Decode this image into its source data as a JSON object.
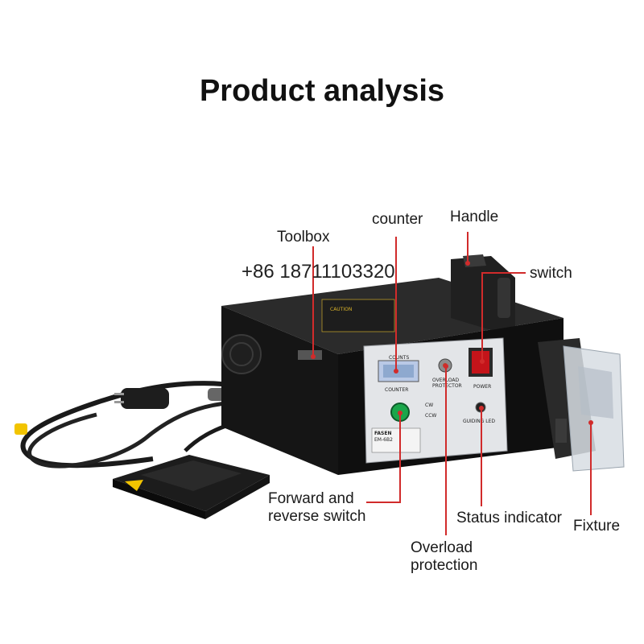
{
  "title": "Product analysis",
  "phone": "+86 18711103320",
  "labels": {
    "toolbox": "Toolbox",
    "counter": "counter",
    "handle": "Handle",
    "switch": "switch",
    "forward_reverse_1": "Forward and",
    "forward_reverse_2": "reverse switch",
    "status_indicator": "Status indicator",
    "fixture": "Fixture",
    "overload_1": "Overload",
    "overload_2": "protection"
  },
  "device_text": {
    "caution": "CAUTION",
    "counts": "COUNTS",
    "counter": "COUNTER",
    "overload_protector_1": "OVERLOAD",
    "overload_protector_2": "PROTECTOR",
    "power": "POWER",
    "cw": "CW",
    "ccw": "CCW",
    "guiding_led": "GUIDING LED",
    "brand": "FASEN",
    "model": "EM-6B2"
  },
  "colors": {
    "leader": "#d12b2b",
    "body": "#111111",
    "panel": "#e3e5e8",
    "power_switch": "#c4141a",
    "direction_button": "#1aa64a"
  }
}
